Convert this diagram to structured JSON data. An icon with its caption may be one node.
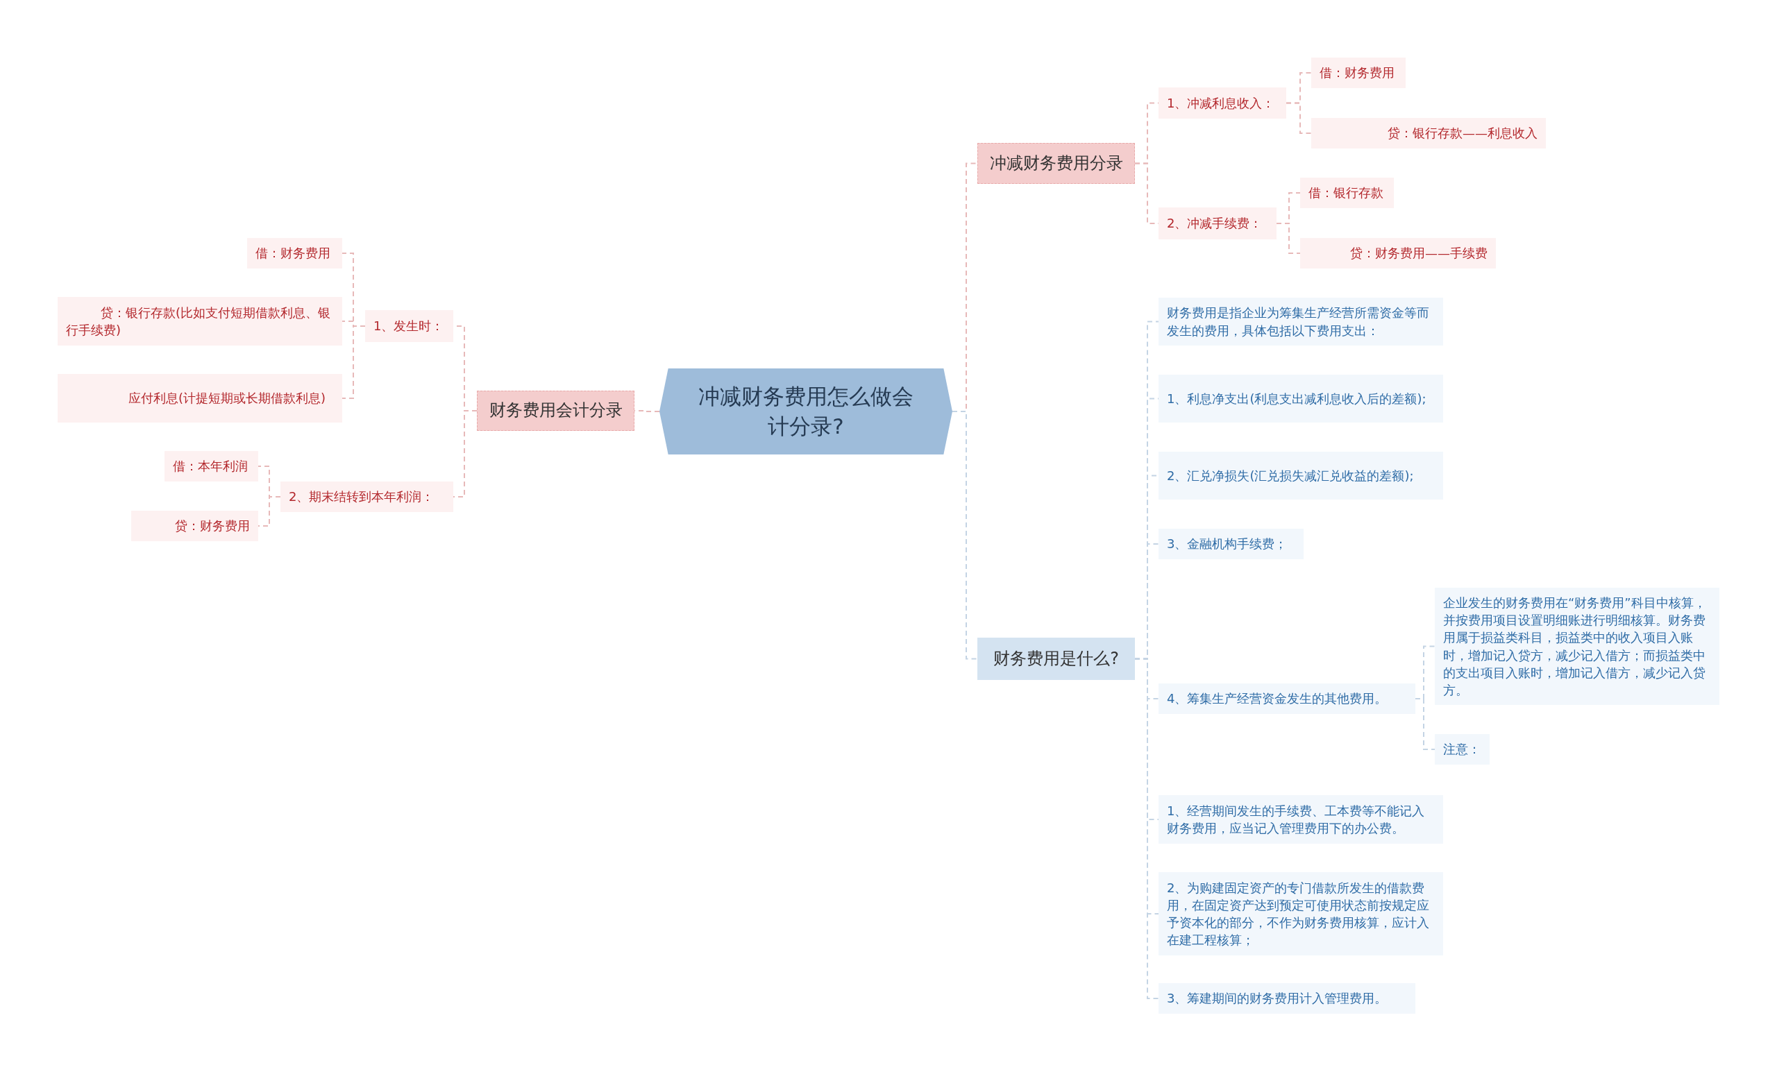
{
  "diagram": {
    "nodes": [
      {
        "text": [
          "冲减财务费用怎么做会计分录?"
        ]
      },
      {
        "text": [
          "财务费用会计分录"
        ]
      },
      {
        "text": [
          "1、发生时："
        ]
      },
      {
        "text": [
          "借：财务费用"
        ]
      },
      {
        "text": [
          "贷：银行存款(比如支付短期借款利息、银行手续费)"
        ]
      },
      {
        "text": [
          "应付利息(计提短期或长期借款利息)"
        ]
      },
      {
        "text": [
          "2、期末结转到本年利润："
        ]
      },
      {
        "text": [
          "借：本年利润"
        ]
      },
      {
        "text": [
          "贷：财务费用"
        ]
      },
      {
        "text": [
          "冲减财务费用分录"
        ]
      },
      {
        "text": [
          "1、冲减利息收入："
        ]
      },
      {
        "text": [
          "借：财务费用"
        ]
      },
      {
        "text": [
          "贷：银行存款——利息收入"
        ]
      },
      {
        "text": [
          "2、冲减手续费："
        ]
      },
      {
        "text": [
          "借：银行存款"
        ]
      },
      {
        "text": [
          "贷：财务费用——手续费"
        ]
      },
      {
        "text": [
          "财务费用是什么?"
        ]
      },
      {
        "text": [
          "财务费用是指企业为筹集生产经营所需资金等而发生的费用，具体包括以下费用支出："
        ]
      },
      {
        "text": [
          "1、利息净支出(利息支出减利息收入后的差额);"
        ]
      },
      {
        "text": [
          "2、汇兑净损失(汇兑损失减汇兑收益的差额);"
        ]
      },
      {
        "text": [
          "3、金融机构手续费；"
        ]
      },
      {
        "text": [
          "4、筹集生产经营资金发生的其他费用。"
        ]
      },
      {
        "text": [
          "企业发生的财务费用在“财务费用”科目中核算，并按费用项目设置明细账进行明细核算。财务费用属于损益类科目，损益类中的收入项目入账时，增加记入贷方，减少记入借方；而损益类中的支出项目入账时，增加记入借方，减少记入贷方。"
        ]
      },
      {
        "text": [
          "注意："
        ]
      },
      {
        "text": [
          "1、经营期间发生的手续费、工本费等不能记入财务费用，应当记入管理费用下的办公费。"
        ]
      },
      {
        "text": [
          "2、为购建固定资产的专门借款所发生的借款费用，在固定资产达到预定可使用状态前按规定应予资本化的部分，不作为财务费用核算，应计入在建工程核算；"
        ]
      },
      {
        "text": [
          "3、筹建期间的财务费用计入管理费用。"
        ]
      }
    ],
    "edges": [
      {
        "from": 0,
        "to": 1,
        "arrow": "none"
      },
      {
        "from": 1,
        "to": 2,
        "arrow": "none"
      },
      {
        "from": 2,
        "to": 3,
        "arrow": "none"
      },
      {
        "from": 2,
        "to": 4,
        "arrow": "none"
      },
      {
        "from": 2,
        "to": 5,
        "arrow": "none"
      },
      {
        "from": 1,
        "to": 6,
        "arrow": "none"
      },
      {
        "from": 6,
        "to": 7,
        "arrow": "none"
      },
      {
        "from": 6,
        "to": 8,
        "arrow": "none"
      },
      {
        "from": 0,
        "to": 9,
        "arrow": "none"
      },
      {
        "from": 9,
        "to": 10,
        "arrow": "none"
      },
      {
        "from": 10,
        "to": 11,
        "arrow": "none"
      },
      {
        "from": 10,
        "to": 12,
        "arrow": "none"
      },
      {
        "from": 9,
        "to": 13,
        "arrow": "none"
      },
      {
        "from": 13,
        "to": 14,
        "arrow": "none"
      },
      {
        "from": 13,
        "to": 15,
        "arrow": "none"
      },
      {
        "from": 0,
        "to": 16,
        "arrow": "none",
        "color": "#c4d4e4"
      },
      {
        "from": 16,
        "to": 17,
        "arrow": "none",
        "color": "#c4d4e4"
      },
      {
        "from": 16,
        "to": 18,
        "arrow": "none",
        "color": "#c4d4e4"
      },
      {
        "from": 16,
        "to": 19,
        "arrow": "none",
        "color": "#c4d4e4"
      },
      {
        "from": 16,
        "to": 20,
        "arrow": "none",
        "color": "#c4d4e4"
      },
      {
        "from": 16,
        "to": 21,
        "arrow": "none",
        "color": "#c4d4e4"
      },
      {
        "from": 21,
        "to": 22,
        "arrow": "none",
        "color": "#c4d4e4"
      },
      {
        "from": 21,
        "to": 23,
        "arrow": "none",
        "color": "#c4d4e4"
      },
      {
        "from": 16,
        "to": 24,
        "arrow": "none",
        "color": "#c4d4e4"
      },
      {
        "from": 16,
        "to": 25,
        "arrow": "none",
        "color": "#c4d4e4"
      },
      {
        "from": 16,
        "to": 26,
        "arrow": "none",
        "color": "#c4d4e4"
      }
    ]
  }
}
